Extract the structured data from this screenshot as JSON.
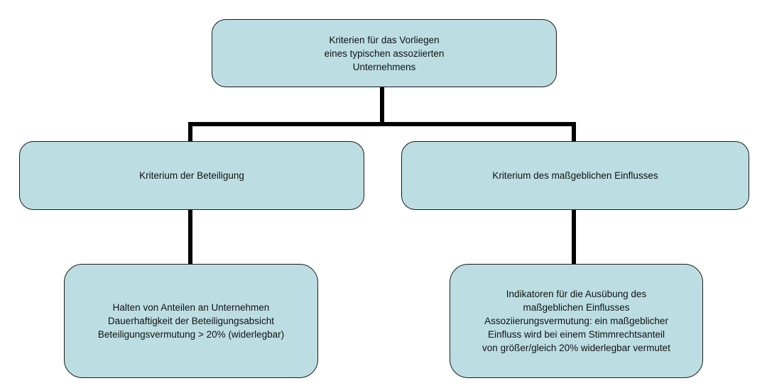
{
  "diagram": {
    "background_color": "#ffffff",
    "node_fill_color": "#bcdee3",
    "node_border_color": "#1a1a1a",
    "connector_color": "#000000",
    "text_color": "#111111",
    "nodes": {
      "root": {
        "label": "Kriterien für das Vorliegen\neines typischen assoziierten\nUnternehmens"
      },
      "criterion_participation": {
        "label": "Kriterium der Beteiligung"
      },
      "criterion_significant_influence": {
        "label": "Kriterium des maßgeblichen Einflusses"
      },
      "participation_details": {
        "label": "Halten von Anteilen an Unternehmen\nDauerhaftigkeit der Beteiligungsabsicht\nBeteiligungsvermutung > 20% (widerlegbar)"
      },
      "influence_details": {
        "label": "Indikatoren für die Ausübung des\nmaßgeblichen Einflusses\nAssoziierungsvermutung: ein maßgeblicher\nEinfluss wird bei einem Stimmrechtsanteil\nvon größer/gleich 20% widerlegbar vermutet"
      }
    }
  }
}
